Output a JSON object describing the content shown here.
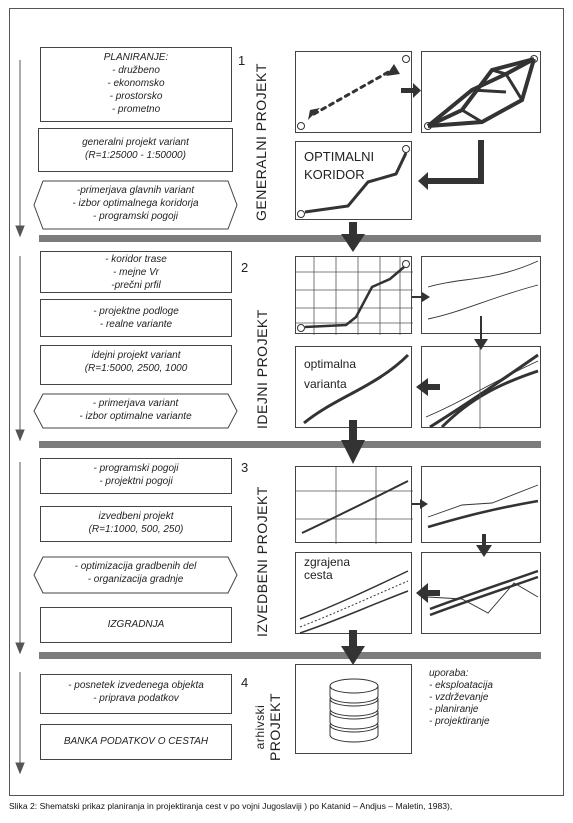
{
  "section1": {
    "number": "1",
    "label": "GENERALNI PROJEKT",
    "planning": [
      "PLANIRANJE:",
      "- družbeno",
      "- ekonomsko",
      "- prostorsko",
      "- prometno"
    ],
    "variants": [
      "generalni projekt variant",
      "(R=1:25000 - 1:50000)"
    ],
    "decisions": [
      "-primerjava glavnih variant",
      "- izbor optimalnega koridorja",
      "- programski pogoji"
    ],
    "panel_label": [
      "OPTIMALNI",
      "KORIDOR"
    ]
  },
  "section2": {
    "number": "2",
    "label": "IDEJNI PROJEKT",
    "route": [
      "- koridor trase",
      "- mejne Vr",
      "-prečni prfil"
    ],
    "basis": [
      "- projektne podloge",
      "- realne variante"
    ],
    "variants": [
      "idejni projekt variant",
      "(R=1:5000, 2500, 1000"
    ],
    "decisions": [
      "- primerjava variant",
      "- izbor optimalne variante"
    ],
    "panel_label": [
      "optimalna",
      "varianta"
    ]
  },
  "section3": {
    "number": "3",
    "label": "IZVEDBENI PROJEKT",
    "conditions": [
      "- programski pogoji",
      "- projektni pogoji"
    ],
    "project": [
      "izvedbeni projekt",
      "(R=1:1000, 500, 250)"
    ],
    "decisions": [
      "- optimizacija gradbenih del",
      "- organizacija gradnje"
    ],
    "construction": "IZGRADNJA",
    "panel_label": [
      "zgrajena",
      "cesta"
    ]
  },
  "section4": {
    "number": "4",
    "label_line1": "arhivski",
    "label_line2": "PROJEKT",
    "survey": [
      "- posnetek izvedenega objekta",
      "- priprava podatkov"
    ],
    "bank": "BANKA PODATKOV O CESTAH",
    "usage": [
      "uporaba:",
      "- eksploatacija",
      "- vzdrževanje",
      "- planiranje",
      "- projektiranje"
    ]
  },
  "caption": "Slika 2: Shematski prikaz planiranja in projektiranja cest v po vojni Jugoslaviji ) po Katanid – Andjus – Maletin, 1983),"
}
